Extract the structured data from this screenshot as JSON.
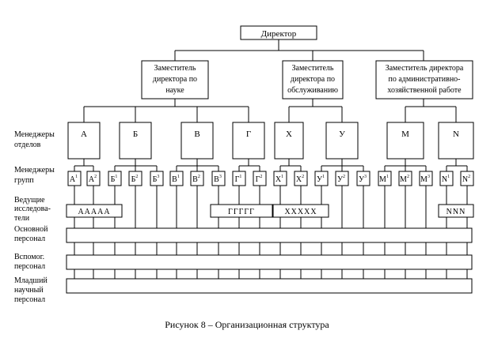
{
  "caption": "Рисунок 8 – Организационная структура",
  "director": "Директор",
  "deputies": [
    [
      "Заместитель",
      "директора по",
      "науке"
    ],
    [
      "Заместитель",
      "директора по",
      "обслуживанию"
    ],
    [
      "Заместитель директора",
      "по административно-",
      "хозяйственной работе"
    ]
  ],
  "row_labels": {
    "dept_managers": [
      "Менеджеры",
      "отделов"
    ],
    "group_managers": [
      "Менеджеры",
      "групп"
    ],
    "lead_researchers": [
      "Ведущие",
      "исследова-",
      "тели"
    ],
    "main_staff": [
      "Основной",
      "персонал"
    ],
    "aux_staff": [
      "Вспомог.",
      "персонал"
    ],
    "junior_staff": [
      "Младший",
      "научный",
      "персонал"
    ]
  },
  "departments": [
    "А",
    "Б",
    "В",
    "Г",
    "Х",
    "У",
    "М",
    "N"
  ],
  "groups": [
    {
      "base": "А",
      "sup": "1"
    },
    {
      "base": "А",
      "sup": "2"
    },
    {
      "base": "Б",
      "sup": "1"
    },
    {
      "base": "Б",
      "sup": "2"
    },
    {
      "base": "Б",
      "sup": "3"
    },
    {
      "base": "В",
      "sup": "1"
    },
    {
      "base": "В",
      "sup": "2"
    },
    {
      "base": "В",
      "sup": "3"
    },
    {
      "base": "Г",
      "sup": "1"
    },
    {
      "base": "Г",
      "sup": "2"
    },
    {
      "base": "Х",
      "sup": "1"
    },
    {
      "base": "Х",
      "sup": "2"
    },
    {
      "base": "У",
      "sup": "1"
    },
    {
      "base": "У",
      "sup": "2"
    },
    {
      "base": "У",
      "sup": "3"
    },
    {
      "base": "М",
      "sup": "1"
    },
    {
      "base": "М",
      "sup": "2"
    },
    {
      "base": "М",
      "sup": "3"
    },
    {
      "base": "N",
      "sup": "1"
    },
    {
      "base": "N",
      "sup": "2"
    }
  ],
  "leads": [
    "ААААА",
    "ГГГГГ",
    "ХХХХХ",
    "NNN"
  ]
}
